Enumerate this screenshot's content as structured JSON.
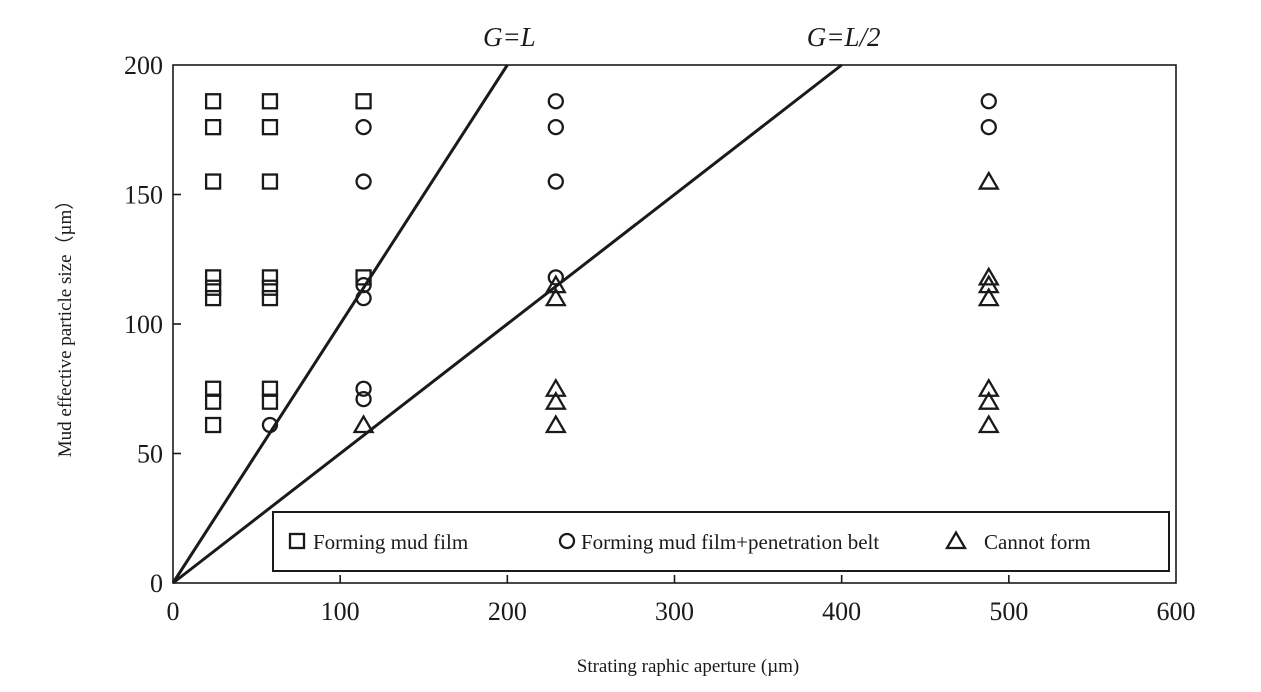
{
  "chart_data": {
    "type": "scatter",
    "title": "",
    "xlabel": "Strating raphic aperture (µm)",
    "ylabel": "Mud effective particle size（µm）",
    "xlim": [
      0,
      600
    ],
    "ylim": [
      0,
      200
    ],
    "x_ticks": [
      "0",
      "100",
      "200",
      "300",
      "400",
      "500",
      "600"
    ],
    "y_ticks": [
      "0",
      "50",
      "100",
      "150",
      "200"
    ],
    "grid": false,
    "legend_position": "bottom",
    "series": [
      {
        "name": "Forming mud film",
        "marker": "square",
        "points": [
          [
            24,
            186
          ],
          [
            24,
            176
          ],
          [
            24,
            155
          ],
          [
            24,
            118
          ],
          [
            24,
            114
          ],
          [
            24,
            110
          ],
          [
            24,
            75
          ],
          [
            24,
            70
          ],
          [
            24,
            61
          ],
          [
            58,
            186
          ],
          [
            58,
            176
          ],
          [
            58,
            155
          ],
          [
            58,
            118
          ],
          [
            58,
            114
          ],
          [
            58,
            110
          ],
          [
            58,
            75
          ],
          [
            58,
            70
          ],
          [
            114,
            186
          ],
          [
            114,
            118
          ]
        ]
      },
      {
        "name": "Forming mud film+penetration belt",
        "marker": "circle",
        "points": [
          [
            58,
            61
          ],
          [
            114,
            176
          ],
          [
            114,
            155
          ],
          [
            114,
            115
          ],
          [
            114,
            110
          ],
          [
            114,
            75
          ],
          [
            114,
            71
          ],
          [
            229,
            186
          ],
          [
            229,
            176
          ],
          [
            229,
            155
          ],
          [
            229,
            118
          ],
          [
            488,
            186
          ],
          [
            488,
            176
          ]
        ]
      },
      {
        "name": "Cannot form",
        "marker": "triangle",
        "points": [
          [
            114,
            61
          ],
          [
            229,
            115
          ],
          [
            229,
            110
          ],
          [
            229,
            75
          ],
          [
            229,
            70
          ],
          [
            229,
            61
          ],
          [
            488,
            155
          ],
          [
            488,
            118
          ],
          [
            488,
            115
          ],
          [
            488,
            110
          ],
          [
            488,
            75
          ],
          [
            488,
            70
          ],
          [
            488,
            61
          ]
        ]
      }
    ],
    "reference_lines": [
      {
        "label": "G=L",
        "slope": 1,
        "x_end": 200
      },
      {
        "label": "G=L/2",
        "slope": 0.5,
        "x_end": 400
      }
    ],
    "colors": {
      "ink": "#1a1a1a",
      "background": "#ffffff"
    }
  }
}
